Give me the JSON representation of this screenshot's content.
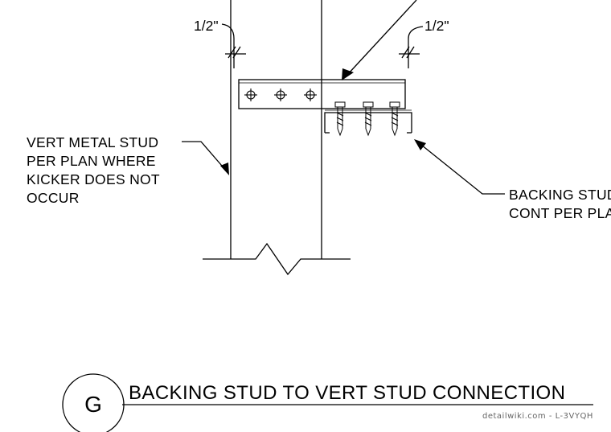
{
  "drawing": {
    "title": "BACKING STUD TO VERT STUD CONNECTION",
    "detail_letter": "G",
    "watermark": "detailwiki.com - L-3VYQH"
  },
  "dimensions": {
    "left": "1/2\"",
    "right": "1/2\""
  },
  "notes": {
    "vert_stud": "VERT METAL STUD\nPER PLAN WHERE\nKICKER DOES NOT\nOCCUR",
    "backing_stud": "BACKING STUD\nCONT PER PLAN"
  },
  "colors": {
    "line": "#000000",
    "watermark": "#666666"
  }
}
